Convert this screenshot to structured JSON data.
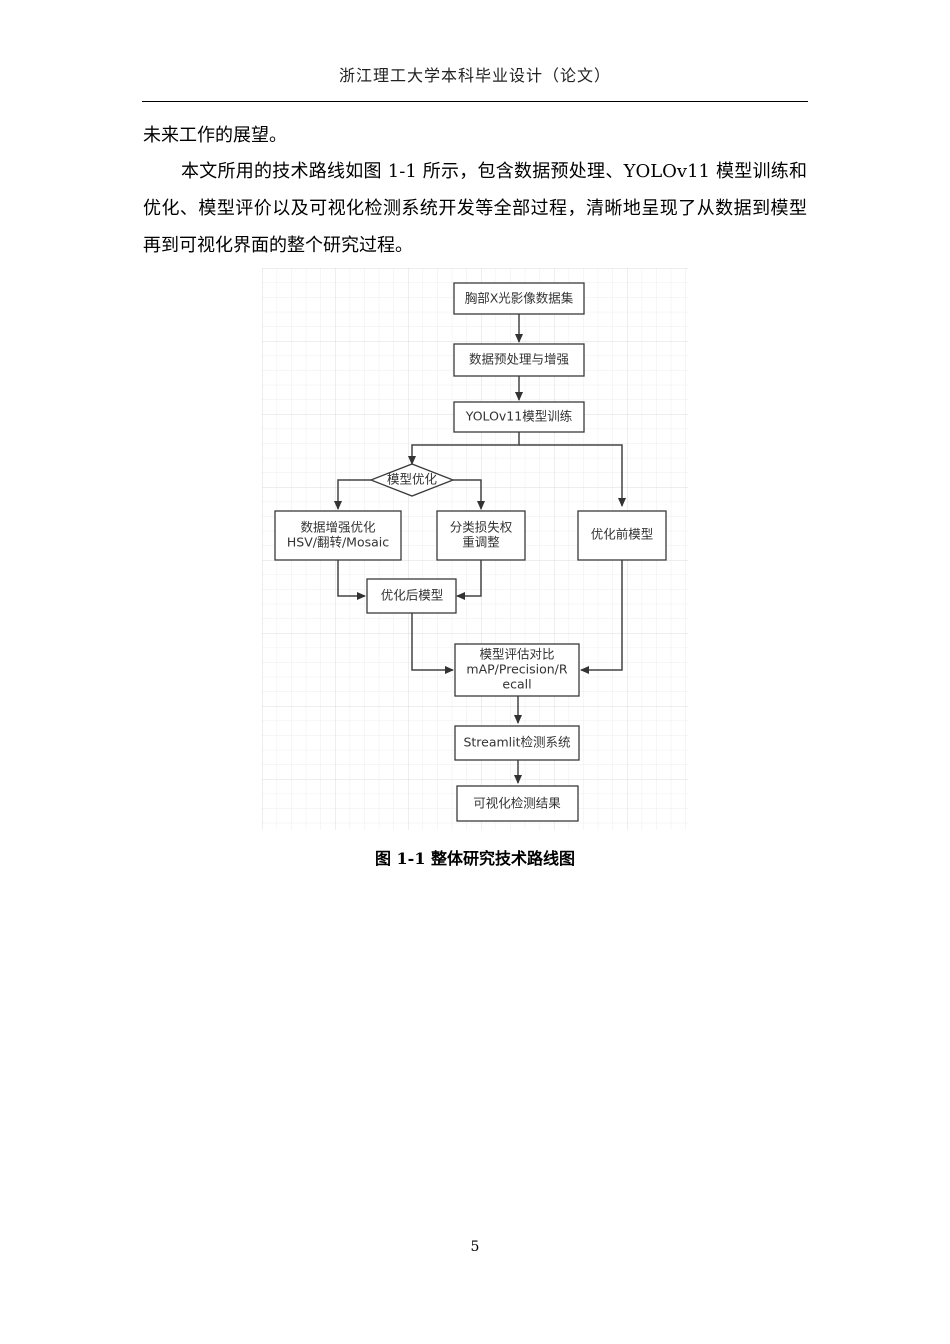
{
  "header": {
    "title": "浙江理工大学本科毕业设计（论文）"
  },
  "body": {
    "p1": "未来工作的展望。",
    "p2": "本文所用的技术路线如图 1-1 所示，包含数据预处理、YOLOv11 模型训练和优化、模型评价以及可视化检测系统开发等全部过程，清晰地呈现了从数据到模型再到可视化界面的整个研究过程。"
  },
  "figure": {
    "caption": "图 1-1 整体研究技术路线图",
    "nodes": {
      "dataset": "胸部X光影像数据集",
      "preprocess": "数据预处理与增强",
      "train": "YOLOv11模型训练",
      "optimize": "模型优化",
      "aug_line1": "数据增强优化",
      "aug_line2": "HSV/翻转/Mosaic",
      "loss_line1": "分类损失权",
      "loss_line2": "重调整",
      "before": "优化前模型",
      "after": "优化后模型",
      "eval_line1": "模型评估对比",
      "eval_line2": "mAP/Precision/R",
      "eval_line3": "ecall",
      "system": "Streamlit检测系统",
      "result": "可视化检测结果"
    }
  },
  "page_number": "5"
}
